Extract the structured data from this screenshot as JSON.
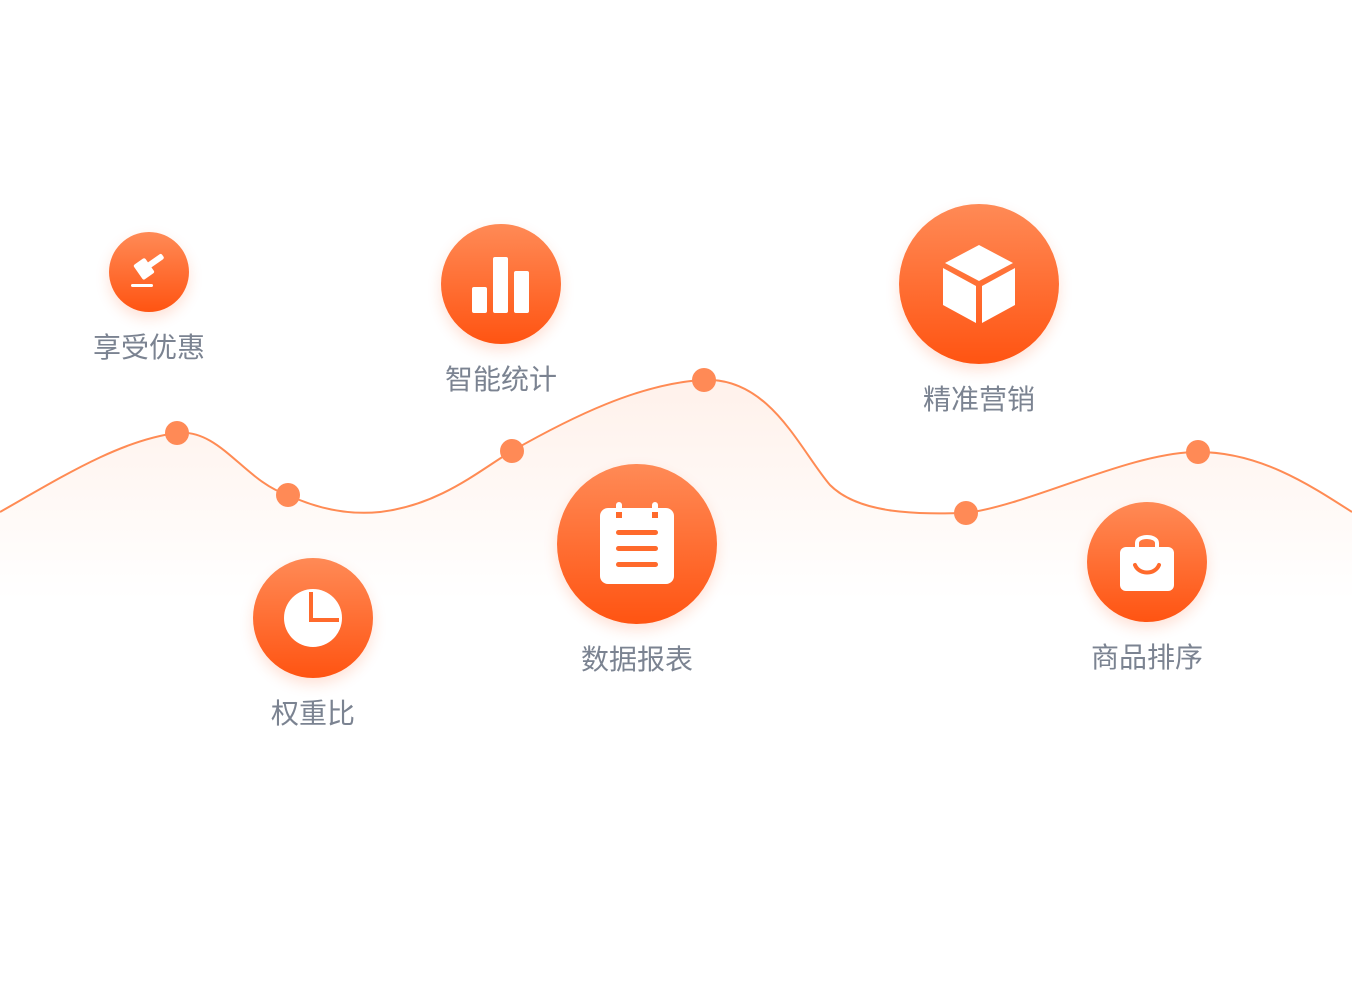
{
  "colors": {
    "accent_top": "#ff8a56",
    "accent_bottom": "#ff5412",
    "wave_line": "#ff8b54",
    "dot": "#ff8a56",
    "label_text": "#7b8391"
  },
  "features": [
    {
      "label": "享受优惠",
      "icon": "gavel-icon"
    },
    {
      "label": "权重比",
      "icon": "pie-chart-icon"
    },
    {
      "label": "智能统计",
      "icon": "bar-chart-icon"
    },
    {
      "label": "数据报表",
      "icon": "clipboard-icon"
    },
    {
      "label": "精准营销",
      "icon": "cube-icon"
    },
    {
      "label": "商品排序",
      "icon": "shopping-bag-icon"
    }
  ]
}
